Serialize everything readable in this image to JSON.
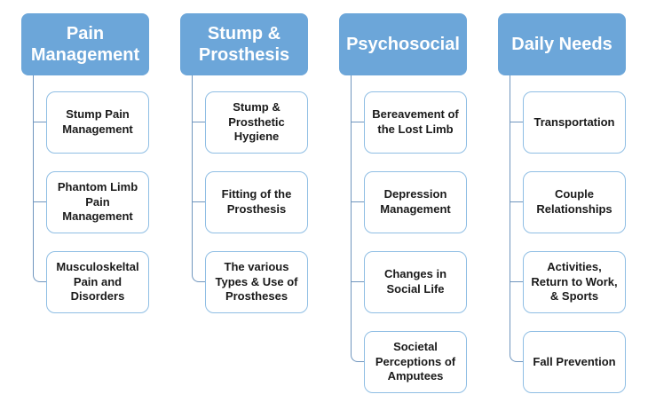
{
  "colors": {
    "background": "#ffffff",
    "header-fill": "#6CA6D9",
    "header-text": "#ffffff",
    "child-border": "#8FBEE4",
    "connector": "#7096BE",
    "child-text": "#1a1a1a"
  },
  "diagram": {
    "columns": [
      {
        "title": "Pain Management",
        "children": [
          "Stump Pain Management",
          "Phantom Limb Pain Management",
          "Musculoskeltal Pain and Disorders"
        ]
      },
      {
        "title": "Stump & Prosthesis",
        "children": [
          "Stump & Prosthetic Hygiene",
          "Fitting of the Prosthesis",
          "The various Types & Use of Prostheses"
        ]
      },
      {
        "title": "Psychosocial",
        "children": [
          "Bereavement of the Lost Limb",
          "Depression Management",
          "Changes in Social Life",
          "Societal Perceptions of Amputees"
        ]
      },
      {
        "title": "Daily Needs",
        "children": [
          "Transportation",
          "Couple Relationships",
          "Activities, Return to Work, & Sports",
          "Fall Prevention"
        ]
      }
    ]
  }
}
